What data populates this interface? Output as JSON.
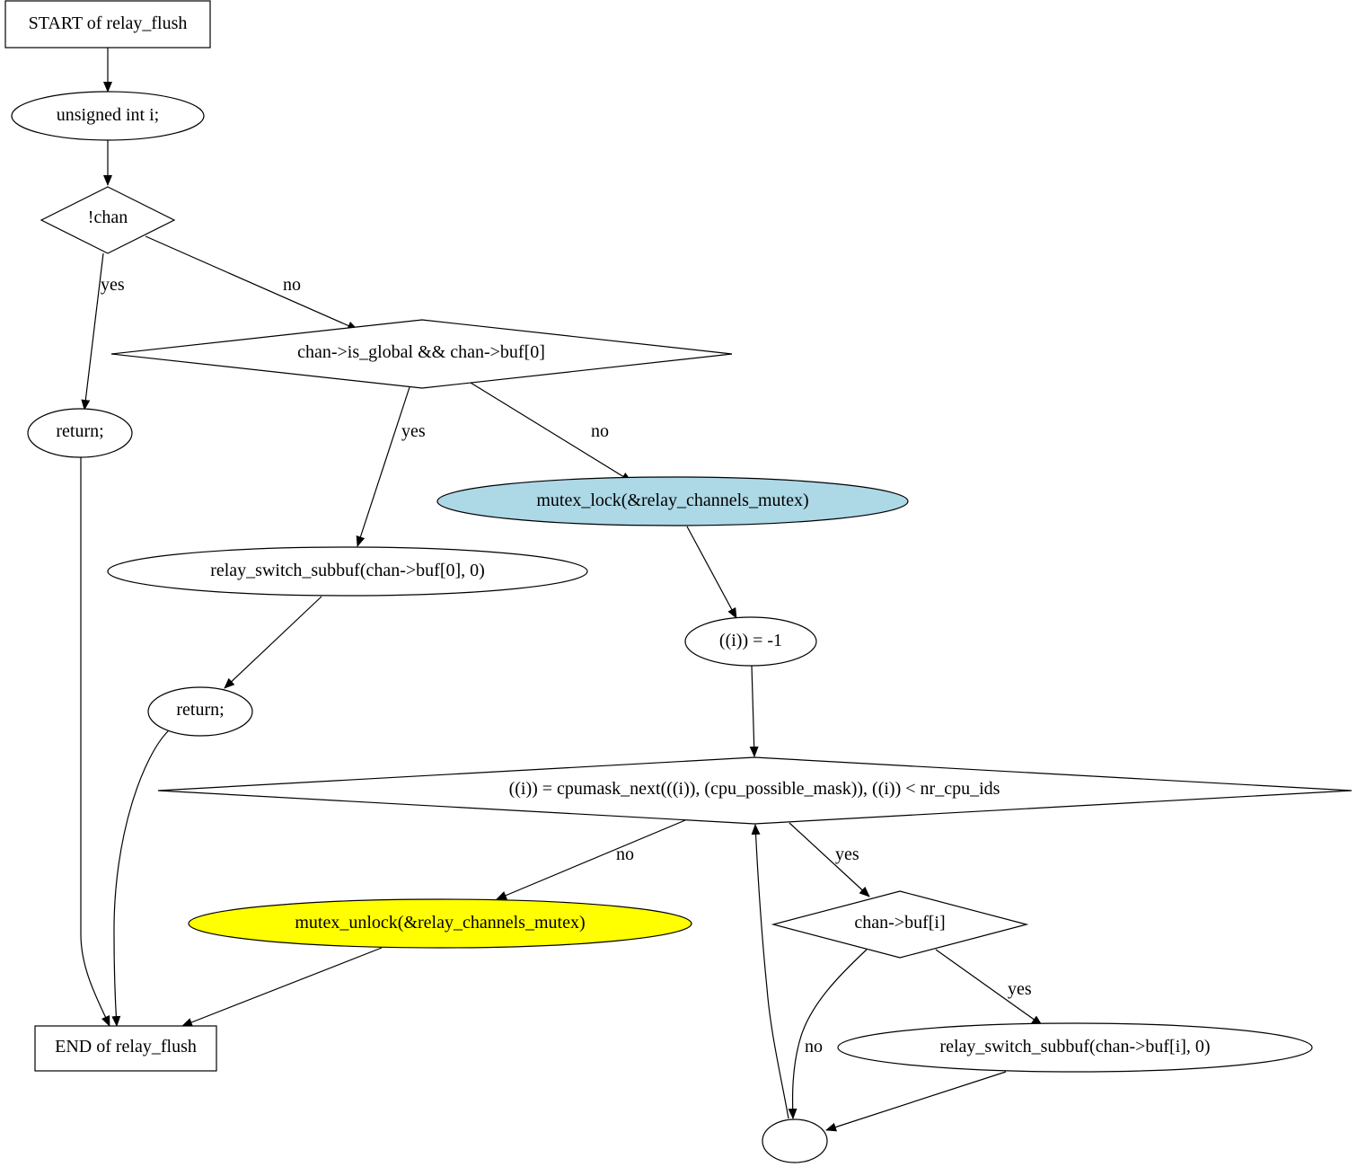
{
  "nodes": {
    "start": "START of relay_flush",
    "decl_i": "unsigned int i;",
    "cond_chan": "!chan",
    "return_1": "return;",
    "cond_global": "chan->is_global && chan->buf[0]",
    "switch_buf0": "relay_switch_subbuf(chan->buf[0], 0)",
    "return_2": "return;",
    "mutex_lock": "mutex_lock(&relay_channels_mutex)",
    "init_i": "((i)) = -1",
    "loop_cond": "((i)) = cpumask_next(((i)), (cpu_possible_mask)), ((i)) < nr_cpu_ids",
    "mutex_unlock": "mutex_unlock(&relay_channels_mutex)",
    "cond_bufi": "chan->buf[i]",
    "switch_bufi": "relay_switch_subbuf(chan->buf[i], 0)",
    "end": "END of relay_flush",
    "join": ""
  },
  "edge_labels": {
    "chan_yes": "yes",
    "chan_no": "no",
    "global_yes": "yes",
    "global_no": "no",
    "loop_no": "no",
    "loop_yes": "yes",
    "bufi_yes": "yes",
    "bufi_no": "no"
  },
  "colors": {
    "mutex_lock_fill": "#add8e6",
    "mutex_unlock_fill": "#ffff00",
    "default_fill": "#ffffff",
    "stroke": "#000000"
  }
}
